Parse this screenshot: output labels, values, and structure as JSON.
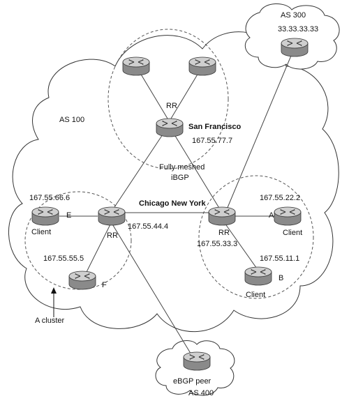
{
  "diagram": {
    "as100": "AS 100",
    "as300": "AS 300",
    "as400": "AS 400",
    "sf_rr": "RR",
    "sf_name": "San Francisco",
    "sf_ip": "167.55.77.7",
    "fully_meshed_1": "Fully meshed",
    "fully_meshed_2": "iBGP",
    "chi_ny": "Chicago New York",
    "chi_rr": "RR",
    "chi_ip": "167.55.44.4",
    "ny_rr": "RR",
    "ny_ip": "167.55.33.3",
    "client_e_ip": "167.55.66.6",
    "client_e_label": "E",
    "client_e_role": "Client",
    "client_f_ip": "167.55.55.5",
    "client_f_label": "F",
    "client_a_ip": "167.55.22.2",
    "client_a_label": "A",
    "client_a_role": "Client",
    "client_b_ip": "167.55.11.1",
    "client_b_label": "B",
    "client_b_role": "Client",
    "as300_ip": "33.33.33.33",
    "ebgp_peer": "eBGP peer",
    "cluster_label": "A cluster"
  },
  "colors": {
    "router_top": "#c8c8c8",
    "router_side": "#8a8a8a",
    "line": "#444444"
  }
}
